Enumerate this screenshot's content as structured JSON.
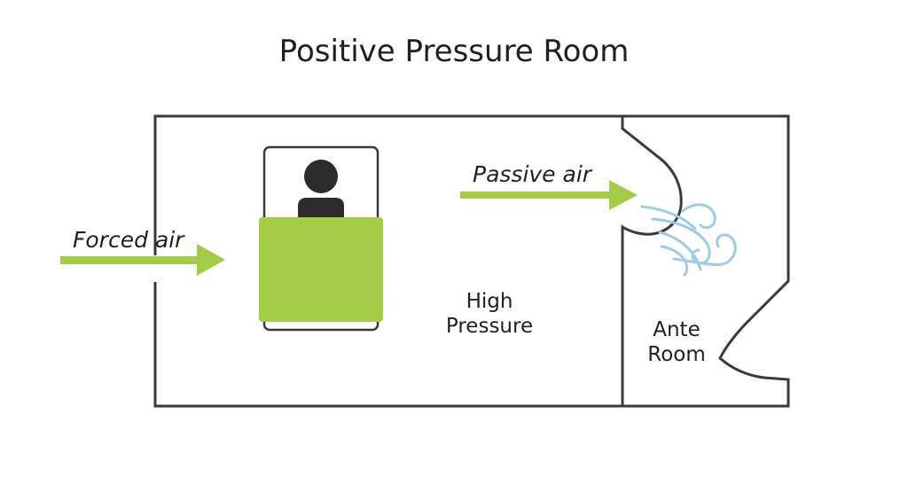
{
  "title": "Positive Pressure Room",
  "labels": {
    "forced_air": "Forced air",
    "passive_air": "Passive air",
    "high_pressure": [
      "High",
      "Pressure"
    ],
    "ante_room": [
      "Ante",
      "Room"
    ]
  },
  "colors": {
    "accent_green": "#a4cc47",
    "wall": "#3a3a3c",
    "patient": "#2b2b2d",
    "air_swirl": "#9fcbe6"
  },
  "icons": {
    "patient": "person-in-bed-icon",
    "airflow": "wind-swirl-icon"
  }
}
